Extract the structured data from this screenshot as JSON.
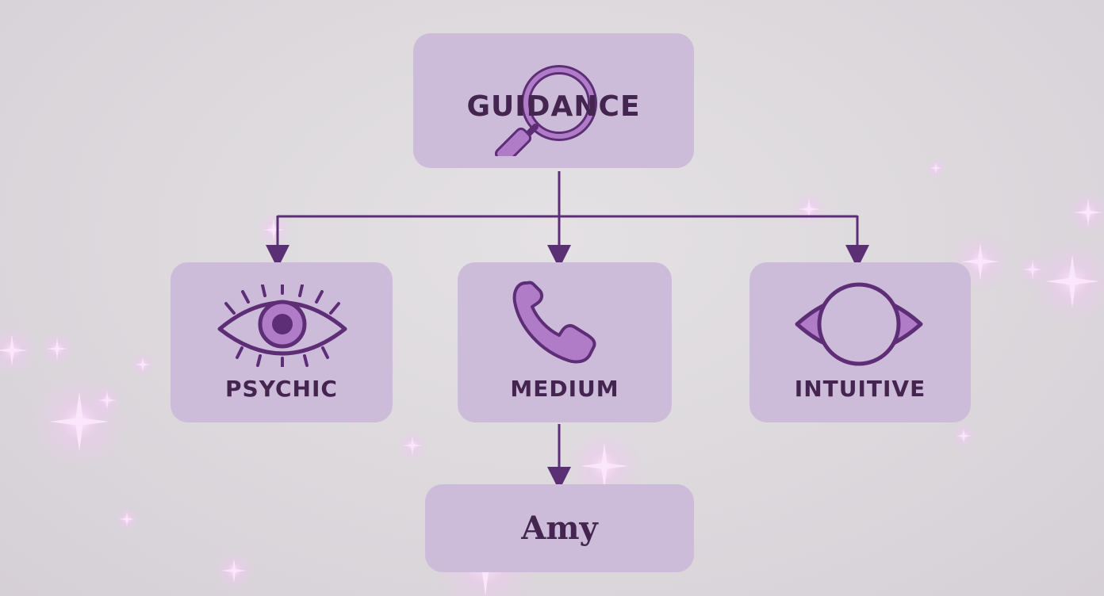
{
  "diagram": {
    "nodes": {
      "guidance": {
        "label": "GUIDANCE",
        "icon": "magnifying-glass-icon"
      },
      "psychic": {
        "label": "PSYCHIC",
        "icon": "eye-with-lashes-icon"
      },
      "medium": {
        "label": "MEDIUM",
        "icon": "phone-handset-icon"
      },
      "intuitive": {
        "label": "INTUITIVE",
        "icon": "open-eye-icon"
      },
      "amy": {
        "label": "Amy"
      }
    },
    "edges": [
      {
        "from": "guidance",
        "to": "psychic"
      },
      {
        "from": "guidance",
        "to": "medium"
      },
      {
        "from": "guidance",
        "to": "intuitive"
      },
      {
        "from": "medium",
        "to": "amy"
      }
    ]
  },
  "colors": {
    "node_fill": "#cdbcd9",
    "line": "#5b2f73",
    "icon_stroke": "#5d2e76",
    "icon_fill": "#b07cc8",
    "text": "#43254f",
    "sparkle": "#f6d9f8"
  }
}
